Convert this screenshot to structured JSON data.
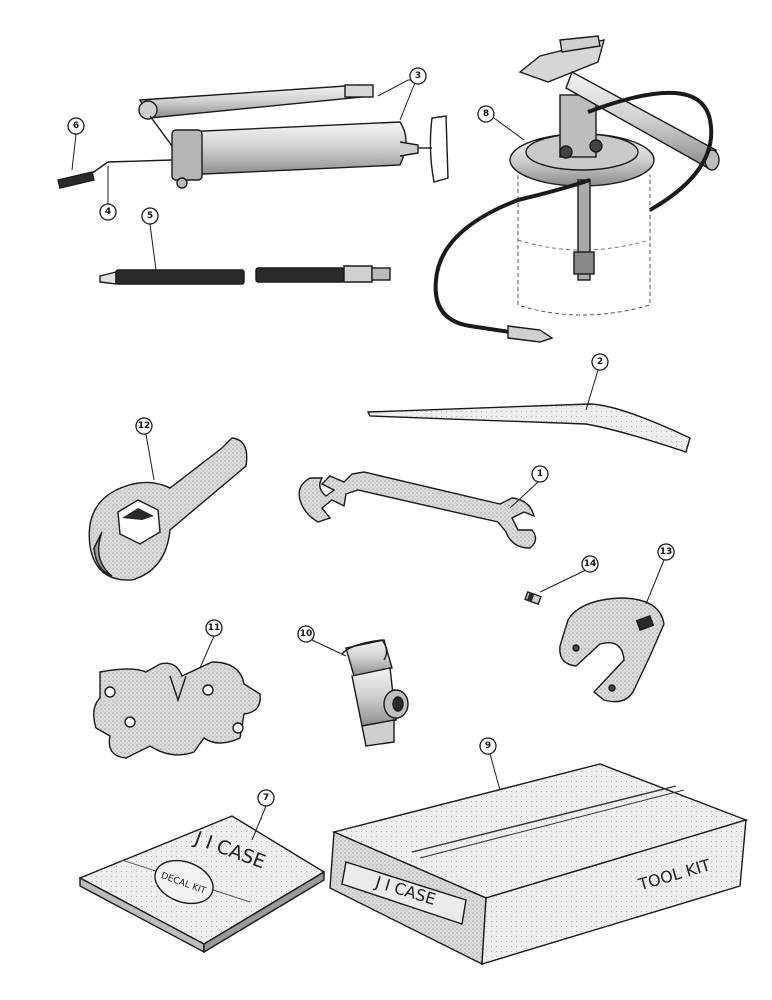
{
  "colors": {
    "ink": "#1a1a1a",
    "paper": "#ffffff",
    "shade": "#bdbdbd",
    "light": "#e4e4e4",
    "dark": "#2a2a2a"
  },
  "callouts": {
    "c1": "1",
    "c2": "2",
    "c3": "3",
    "c4": "4",
    "c5": "5",
    "c6": "6",
    "c7": "7",
    "c8": "8",
    "c9": "9",
    "c10": "10",
    "c11": "11",
    "c12": "12",
    "c13": "13",
    "c14": "14"
  },
  "labels": {
    "booklet_brand": "J I CASE",
    "booklet_seal": "DECAL KIT",
    "box_brand": "J I CASE",
    "box_side": "TOOL KIT"
  }
}
